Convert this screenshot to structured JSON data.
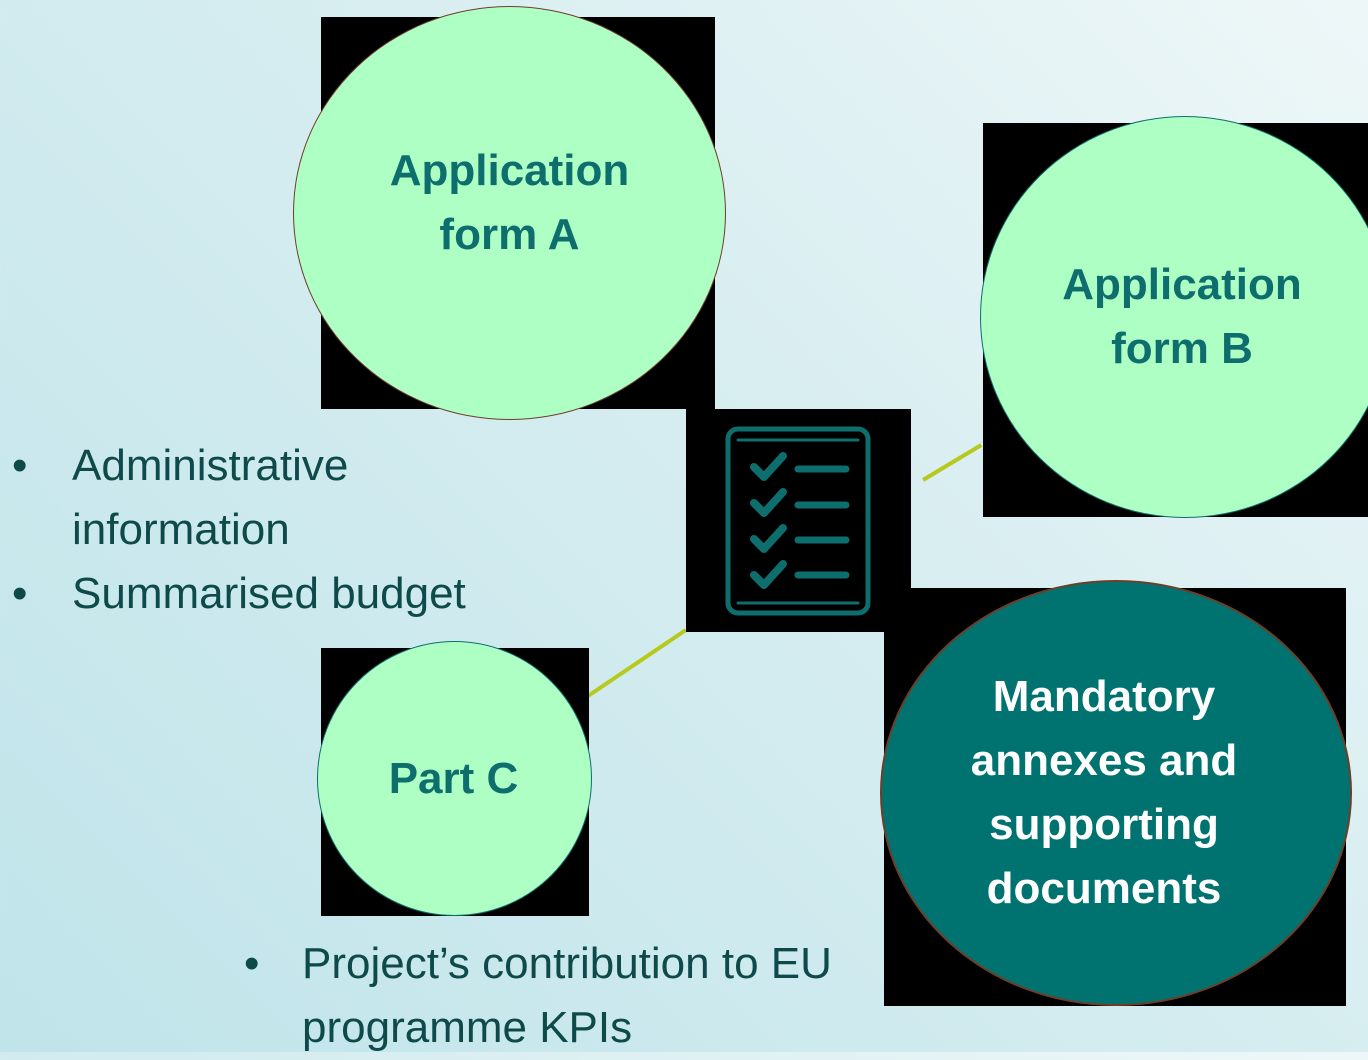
{
  "nodes": {
    "form_a": {
      "label": "Application\nform A",
      "bullets": [
        "Administrative information",
        "Summarised budget"
      ]
    },
    "form_b": {
      "label": "Application\nform B"
    },
    "part_c": {
      "label": "Part C",
      "bullets": [
        "Project’s contribution to EU programme KPIs"
      ]
    },
    "annexes": {
      "label": "Mandatory\nannexes and\nsupporting\ndocuments"
    }
  },
  "center_icon": "checklist-icon",
  "bullet_symbol": "•",
  "colors": {
    "light_node_fill": "#aeffc4",
    "light_node_text": "#0e6e6e",
    "dark_node_fill": "#007370",
    "dark_node_text": "#ffffff",
    "connector": "#b7c91d",
    "icon_stroke": "#0e6e6e",
    "bullet_text": "#0f4a4a"
  }
}
